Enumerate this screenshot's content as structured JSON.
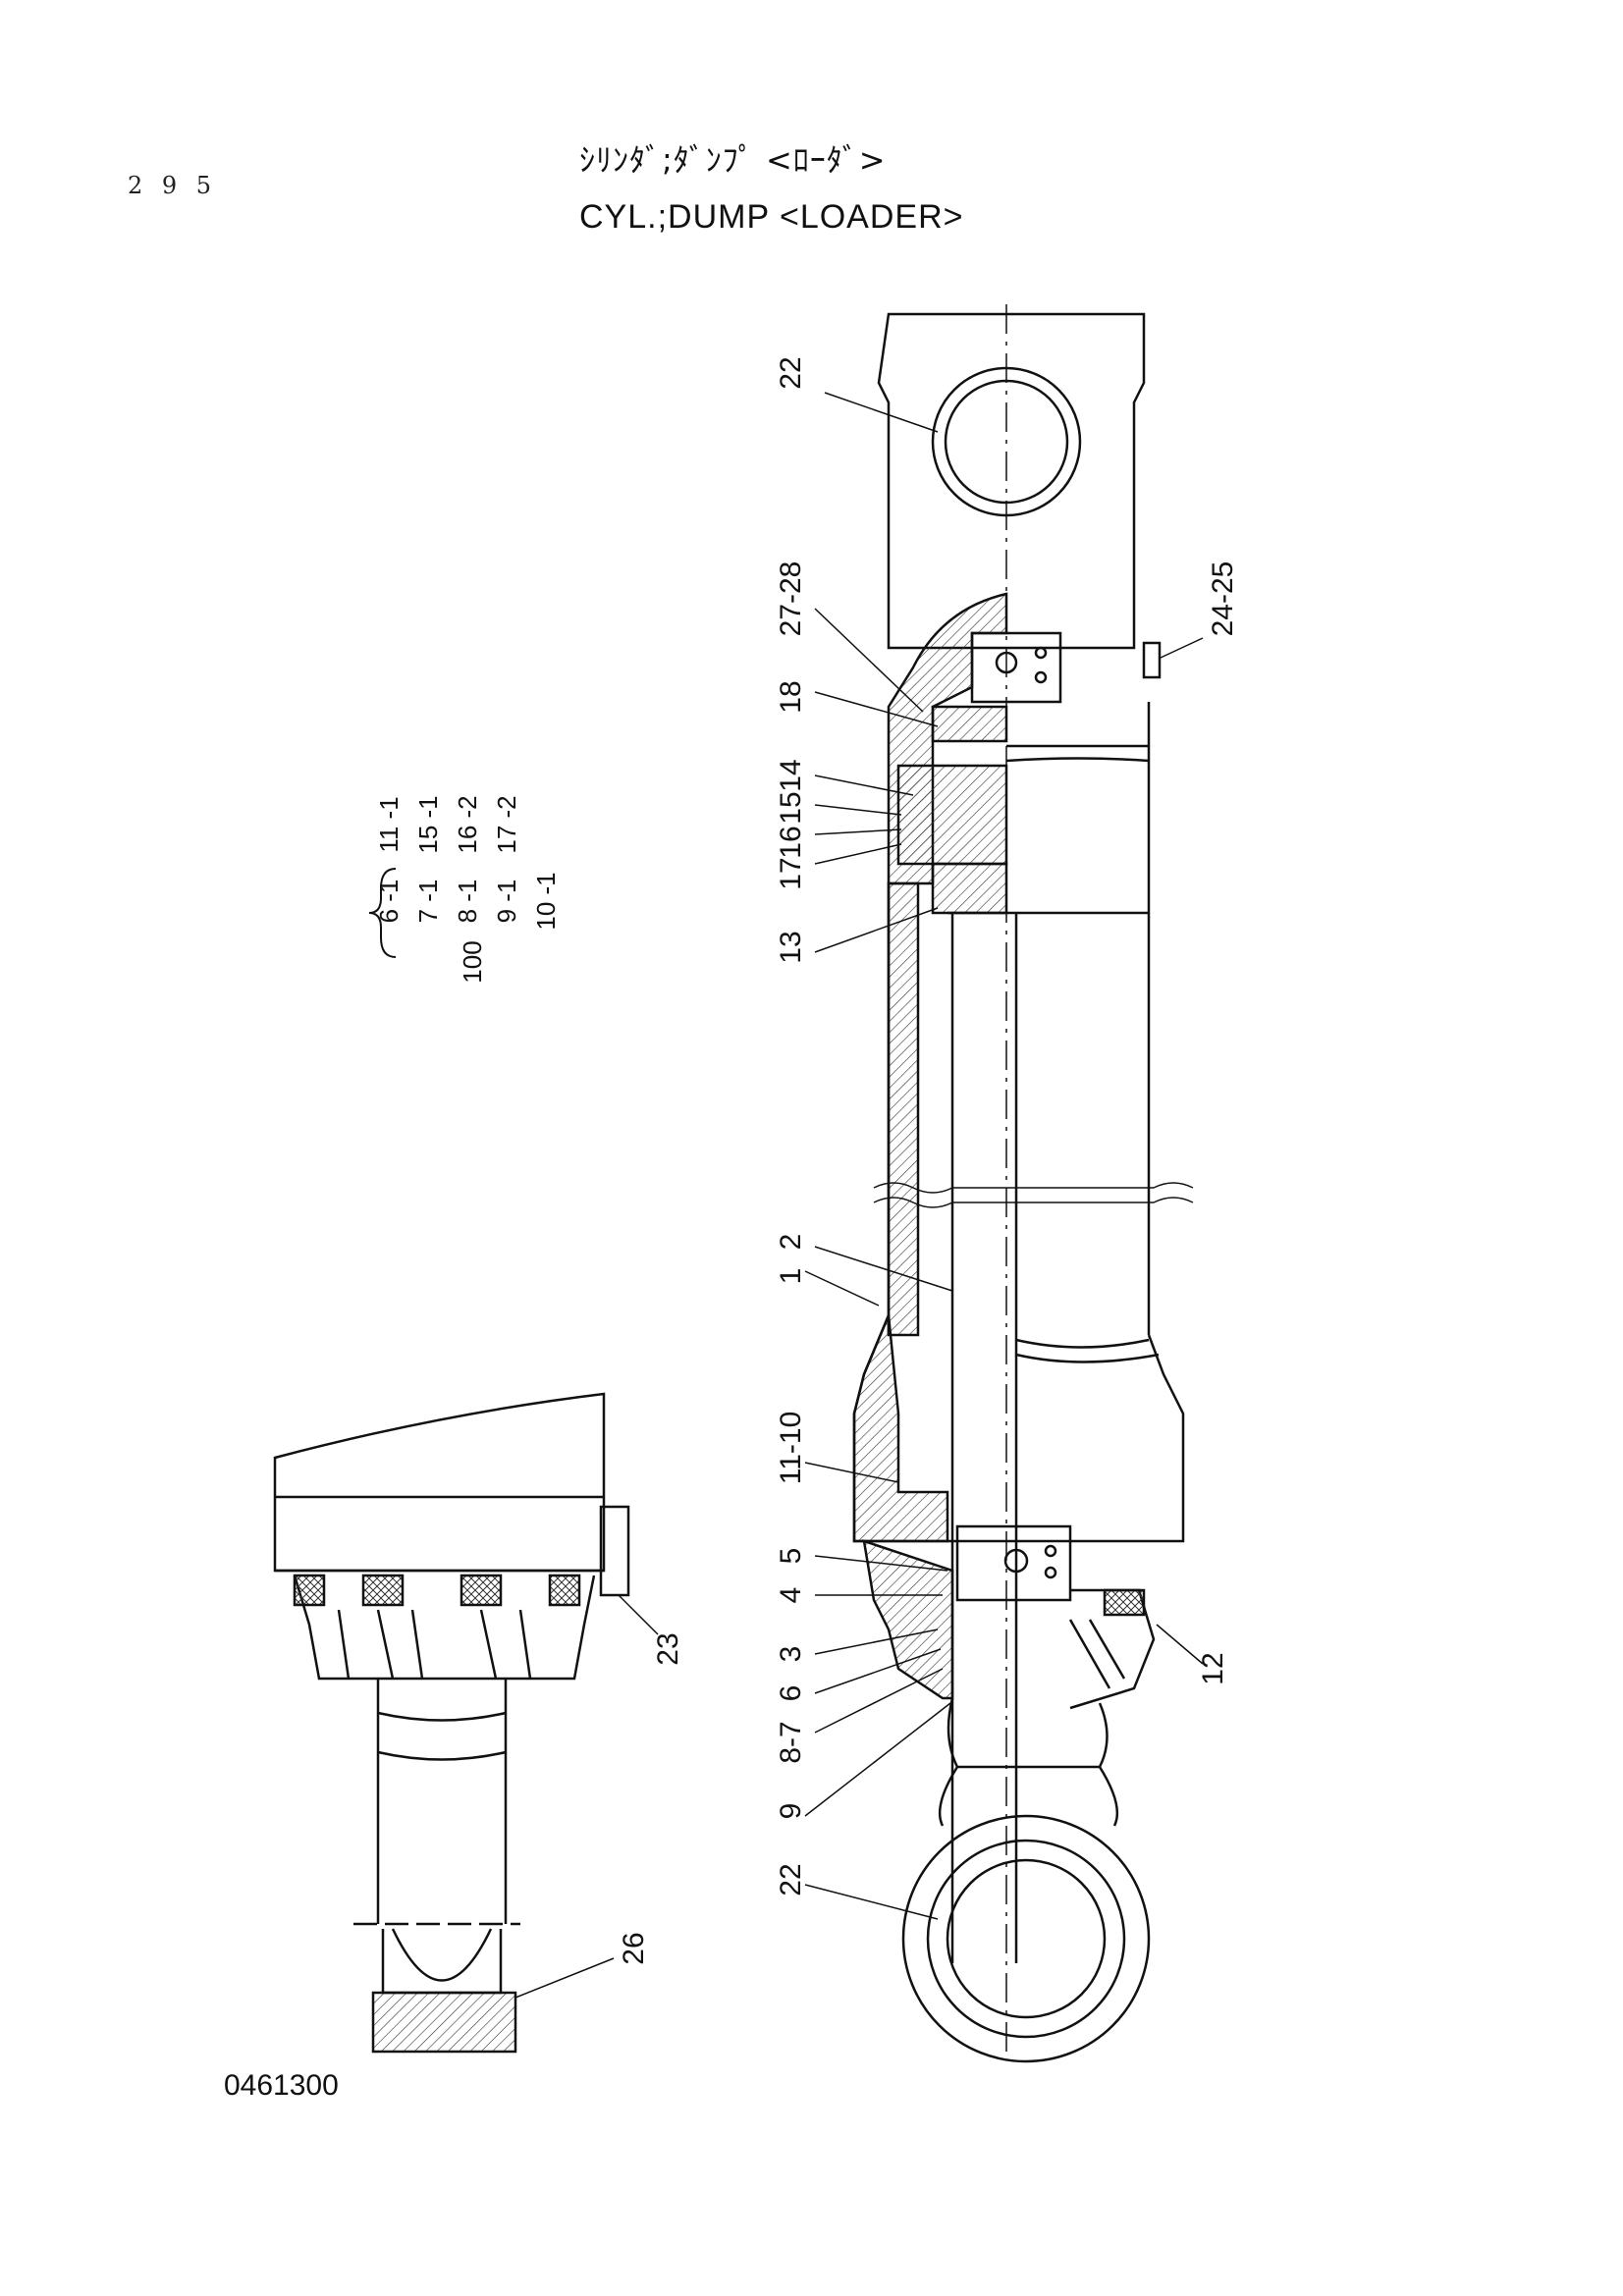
{
  "page_number": "2 9 5",
  "title_japanese": "ｼﾘﾝﾀﾞ;ﾀﾞﾝﾌﾟ <ﾛｰﾀﾞ>",
  "title_english": "CYL.;DUMP <LOADER>",
  "drawing_number": "0461300",
  "callouts": [
    {
      "id": "c22a",
      "label": "22"
    },
    {
      "id": "c2728",
      "label": "27-28"
    },
    {
      "id": "c2425",
      "label": "24-25"
    },
    {
      "id": "c18",
      "label": "18"
    },
    {
      "id": "c14",
      "label": "14"
    },
    {
      "id": "c15",
      "label": "15"
    },
    {
      "id": "c16",
      "label": "16"
    },
    {
      "id": "c17",
      "label": "17"
    },
    {
      "id": "c13",
      "label": "13"
    },
    {
      "id": "c1",
      "label": "1"
    },
    {
      "id": "c2",
      "label": "2"
    },
    {
      "id": "c1110",
      "label": "11-10"
    },
    {
      "id": "c5",
      "label": "5"
    },
    {
      "id": "c4",
      "label": "4"
    },
    {
      "id": "c3",
      "label": "3"
    },
    {
      "id": "c6",
      "label": "6"
    },
    {
      "id": "c87",
      "label": "8-7"
    },
    {
      "id": "c9",
      "label": "9"
    },
    {
      "id": "c22b",
      "label": "22"
    },
    {
      "id": "c12",
      "label": "12"
    },
    {
      "id": "c23",
      "label": "23"
    },
    {
      "id": "c26",
      "label": "26"
    }
  ],
  "seal_kit": {
    "kit_number": "100",
    "columns": [
      [
        "6 -1",
        "11 -1"
      ],
      [
        "7 -1",
        "15 -1"
      ],
      [
        "8 -1",
        "16 -2"
      ],
      [
        "9 -1",
        "17 -2"
      ],
      [
        "10 -1"
      ]
    ]
  }
}
